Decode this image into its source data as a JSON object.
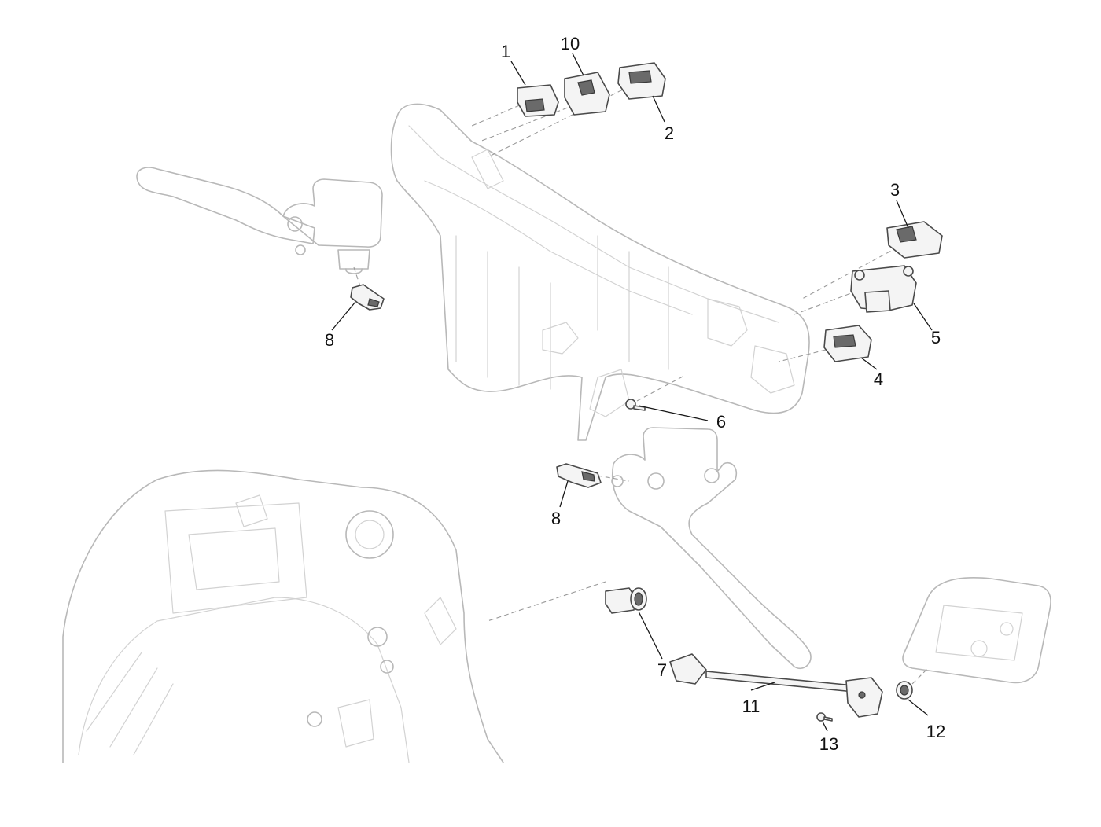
{
  "callouts": {
    "c1": "1",
    "c10": "10",
    "c2": "2",
    "c3": "3",
    "c5": "5",
    "c4": "4",
    "c6": "6",
    "c8a": "8",
    "c8b": "8",
    "c7": "7",
    "c11": "11",
    "c12": "12",
    "c13": "13"
  }
}
